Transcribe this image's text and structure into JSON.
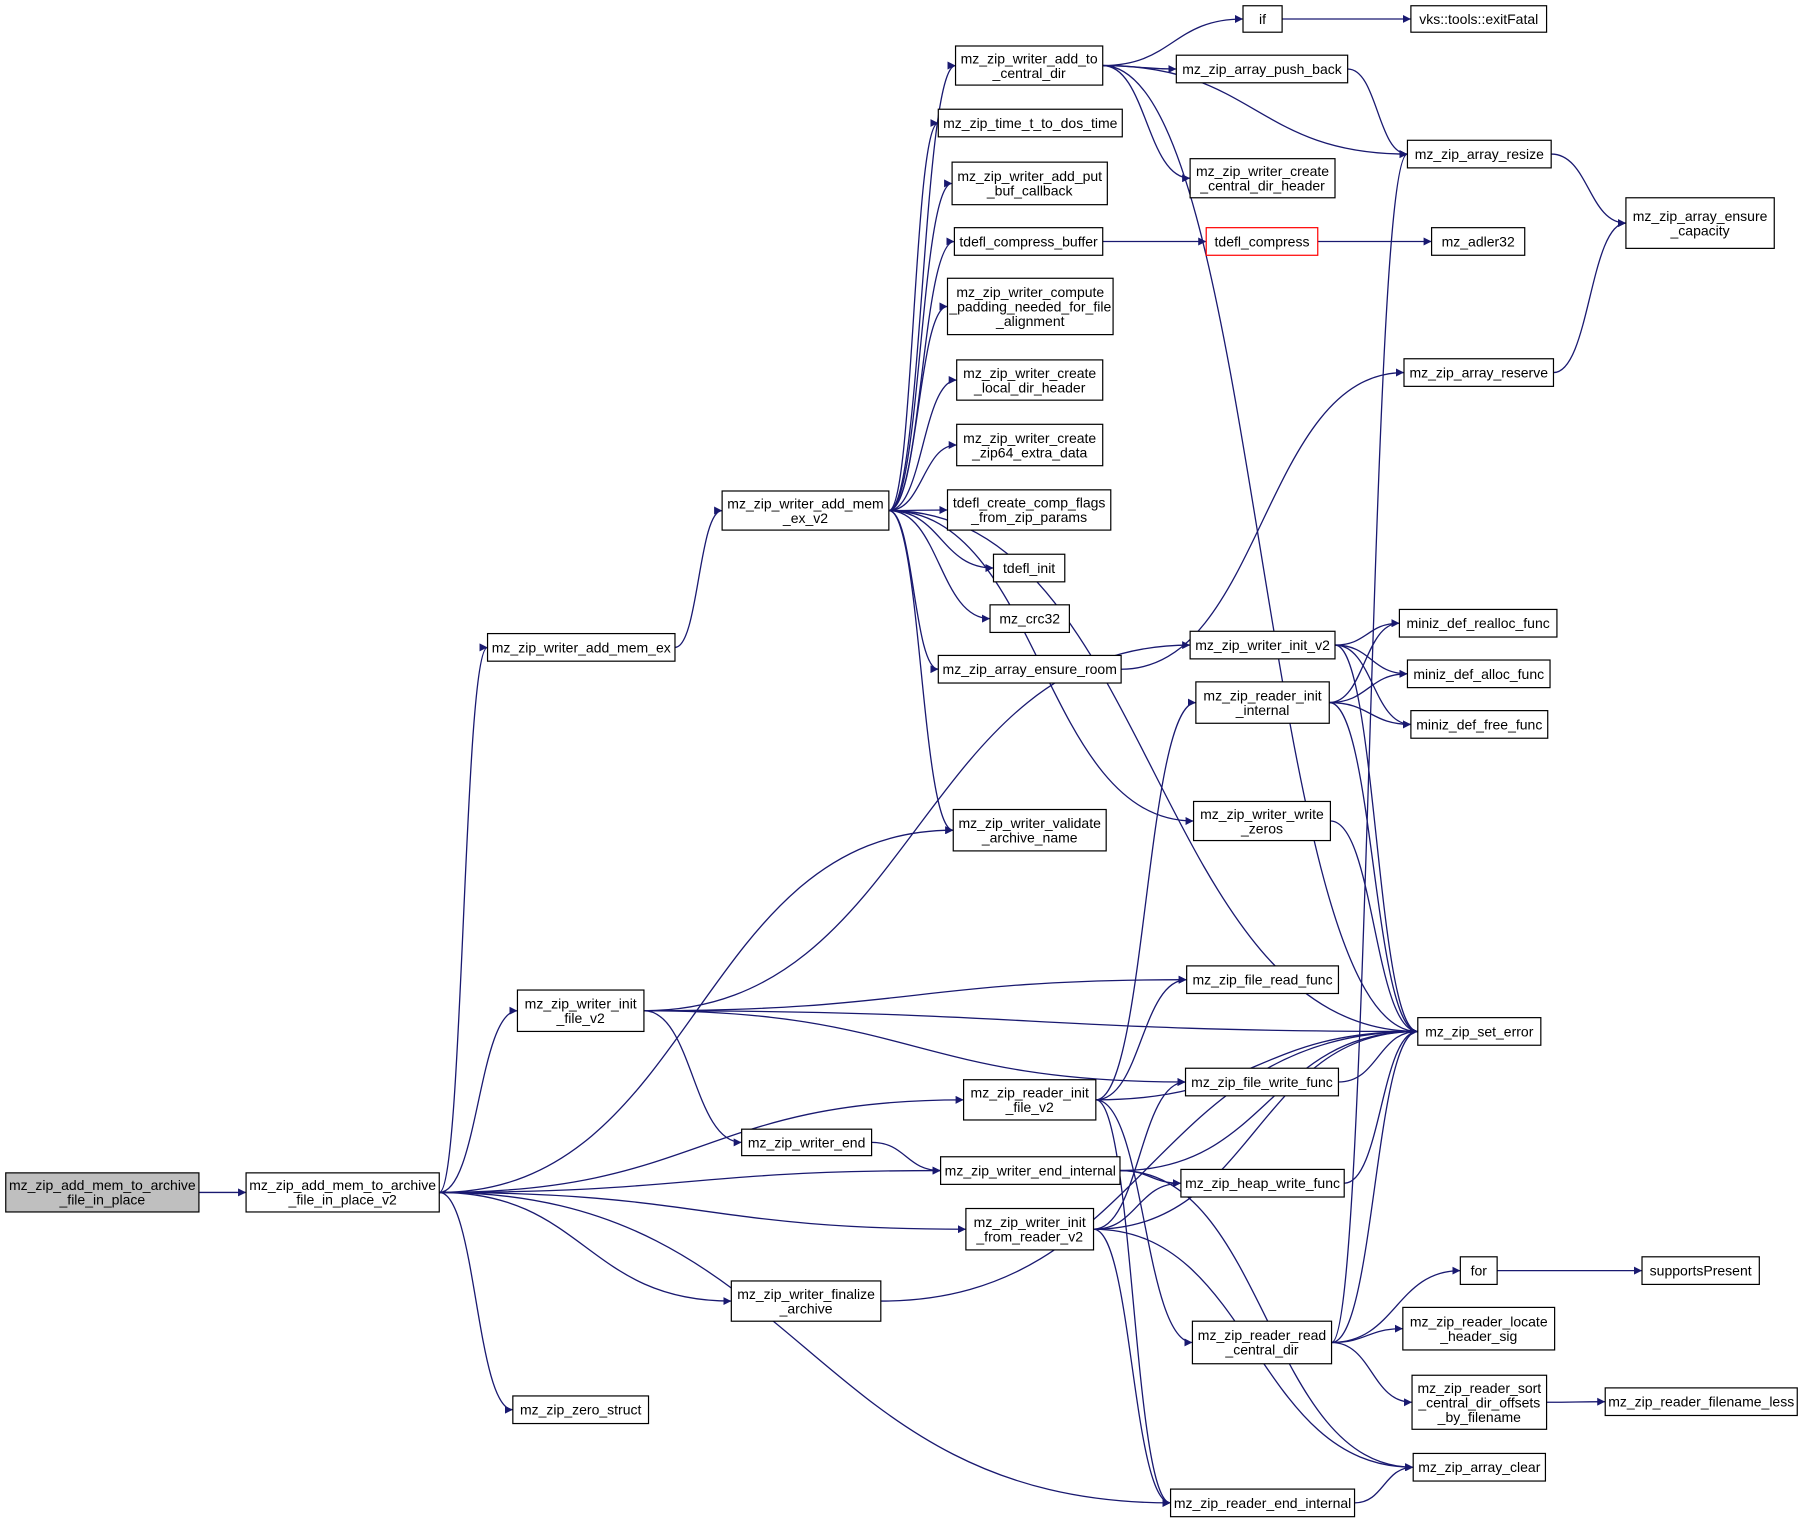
{
  "colors": {
    "edge": "#191970",
    "node_border": "#000000",
    "root_fill": "#bfbfbf",
    "highlight_border": "#ff0000"
  },
  "nodes": {
    "root": [
      "mz_zip_add_mem_to_archive",
      "_file_in_place"
    ],
    "v2": [
      "mz_zip_add_mem_to_archive",
      "_file_in_place_v2"
    ],
    "add_mem_ex": [
      "mz_zip_writer_add_mem_ex"
    ],
    "add_mem_ex_v2": [
      "mz_zip_writer_add_mem",
      "_ex_v2"
    ],
    "add_to_central_dir": [
      "mz_zip_writer_add_to",
      "_central_dir"
    ],
    "if": [
      "if"
    ],
    "exitFatal": [
      "vks::tools::exitFatal"
    ],
    "push_back": [
      "mz_zip_array_push_back"
    ],
    "array_resize": [
      "mz_zip_array_resize"
    ],
    "ensure_capacity": [
      "mz_zip_array_ensure",
      "_capacity"
    ],
    "create_central_dir_header": [
      "mz_zip_writer_create",
      "_central_dir_header"
    ],
    "time_t_to_dos_time": [
      "mz_zip_time_t_to_dos_time"
    ],
    "add_put_buf_callback": [
      "mz_zip_writer_add_put",
      "_buf_callback"
    ],
    "tdefl_compress_buffer": [
      "tdefl_compress_buffer"
    ],
    "tdefl_compress": [
      "tdefl_compress"
    ],
    "mz_adler32": [
      "mz_adler32"
    ],
    "compute_padding": [
      "mz_zip_writer_compute",
      "_padding_needed_for_file",
      "_alignment"
    ],
    "create_local_dir_header": [
      "mz_zip_writer_create",
      "_local_dir_header"
    ],
    "create_zip64_extra": [
      "mz_zip_writer_create",
      "_zip64_extra_data"
    ],
    "tdefl_create_comp_flags": [
      "tdefl_create_comp_flags",
      "_from_zip_params"
    ],
    "array_reserve": [
      "mz_zip_array_reserve"
    ],
    "tdefl_init": [
      "tdefl_init"
    ],
    "mz_crc32": [
      "mz_crc32"
    ],
    "ensure_room": [
      "mz_zip_array_ensure_room"
    ],
    "writer_init_v2": [
      "mz_zip_writer_init_v2"
    ],
    "realloc_func": [
      "miniz_def_realloc_func"
    ],
    "alloc_func": [
      "miniz_def_alloc_func"
    ],
    "reader_init_internal": [
      "mz_zip_reader_init",
      "_internal"
    ],
    "free_func": [
      "miniz_def_free_func"
    ],
    "write_zeros": [
      "mz_zip_writer_write",
      "_zeros"
    ],
    "validate_archive_name": [
      "mz_zip_writer_validate",
      "_archive_name"
    ],
    "writer_init_file_v2": [
      "mz_zip_writer_init",
      "_file_v2"
    ],
    "file_read_func": [
      "mz_zip_file_read_func"
    ],
    "set_error": [
      "mz_zip_set_error"
    ],
    "file_write_func": [
      "mz_zip_file_write_func"
    ],
    "reader_init_file_v2": [
      "mz_zip_reader_init",
      "_file_v2"
    ],
    "writer_end": [
      "mz_zip_writer_end"
    ],
    "writer_end_internal": [
      "mz_zip_writer_end_internal"
    ],
    "heap_write_func": [
      "mz_zip_heap_write_func"
    ],
    "init_from_reader": [
      "mz_zip_writer_init",
      "_from_reader_v2"
    ],
    "for": [
      "for"
    ],
    "supportsPresent": [
      "supportsPresent"
    ],
    "finalize_archive": [
      "mz_zip_writer_finalize",
      "_archive"
    ],
    "read_central_dir": [
      "mz_zip_reader_read",
      "_central_dir"
    ],
    "locate_header_sig": [
      "mz_zip_reader_locate",
      "_header_sig"
    ],
    "sort_offsets": [
      "mz_zip_reader_sort",
      "_central_dir_offsets",
      "_by_filename"
    ],
    "filename_less": [
      "mz_zip_reader_filename_less"
    ],
    "zero_struct": [
      "mz_zip_zero_struct"
    ],
    "array_clear": [
      "mz_zip_array_clear"
    ],
    "reader_end_internal": [
      "mz_zip_reader_end_internal"
    ]
  },
  "edges": [
    [
      "root",
      "v2"
    ],
    [
      "v2",
      "add_mem_ex"
    ],
    [
      "v2",
      "writer_init_file_v2"
    ],
    [
      "v2",
      "validate_archive_name"
    ],
    [
      "v2",
      "reader_init_file_v2"
    ],
    [
      "v2",
      "writer_end_internal"
    ],
    [
      "v2",
      "init_from_reader"
    ],
    [
      "v2",
      "finalize_archive"
    ],
    [
      "v2",
      "zero_struct"
    ],
    [
      "v2",
      "reader_end_internal"
    ],
    [
      "add_mem_ex",
      "add_mem_ex_v2"
    ],
    [
      "add_mem_ex_v2",
      "add_to_central_dir"
    ],
    [
      "add_mem_ex_v2",
      "time_t_to_dos_time"
    ],
    [
      "add_mem_ex_v2",
      "add_put_buf_callback"
    ],
    [
      "add_mem_ex_v2",
      "tdefl_compress_buffer"
    ],
    [
      "add_mem_ex_v2",
      "compute_padding"
    ],
    [
      "add_mem_ex_v2",
      "create_local_dir_header"
    ],
    [
      "add_mem_ex_v2",
      "create_zip64_extra"
    ],
    [
      "add_mem_ex_v2",
      "tdefl_create_comp_flags"
    ],
    [
      "add_mem_ex_v2",
      "tdefl_init"
    ],
    [
      "add_mem_ex_v2",
      "mz_crc32"
    ],
    [
      "add_mem_ex_v2",
      "ensure_room"
    ],
    [
      "add_mem_ex_v2",
      "validate_archive_name"
    ],
    [
      "add_mem_ex_v2",
      "write_zeros"
    ],
    [
      "add_mem_ex_v2",
      "set_error"
    ],
    [
      "add_to_central_dir",
      "if"
    ],
    [
      "add_to_central_dir",
      "push_back"
    ],
    [
      "add_to_central_dir",
      "array_resize"
    ],
    [
      "add_to_central_dir",
      "create_central_dir_header"
    ],
    [
      "add_to_central_dir",
      "set_error"
    ],
    [
      "if",
      "exitFatal"
    ],
    [
      "push_back",
      "array_resize"
    ],
    [
      "array_resize",
      "ensure_capacity"
    ],
    [
      "array_reserve",
      "ensure_capacity"
    ],
    [
      "tdefl_compress_buffer",
      "tdefl_compress"
    ],
    [
      "tdefl_compress",
      "mz_adler32"
    ],
    [
      "ensure_room",
      "array_reserve"
    ],
    [
      "writer_init_v2",
      "realloc_func"
    ],
    [
      "writer_init_v2",
      "alloc_func"
    ],
    [
      "writer_init_v2",
      "free_func"
    ],
    [
      "writer_init_v2",
      "set_error"
    ],
    [
      "reader_init_internal",
      "realloc_func"
    ],
    [
      "reader_init_internal",
      "alloc_func"
    ],
    [
      "reader_init_internal",
      "free_func"
    ],
    [
      "reader_init_internal",
      "set_error"
    ],
    [
      "write_zeros",
      "set_error"
    ],
    [
      "writer_init_file_v2",
      "writer_init_v2"
    ],
    [
      "writer_init_file_v2",
      "set_error"
    ],
    [
      "writer_init_file_v2",
      "file_read_func"
    ],
    [
      "writer_init_file_v2",
      "file_write_func"
    ],
    [
      "writer_init_file_v2",
      "writer_end"
    ],
    [
      "reader_init_file_v2",
      "reader_init_internal"
    ],
    [
      "reader_init_file_v2",
      "file_read_func"
    ],
    [
      "reader_init_file_v2",
      "set_error"
    ],
    [
      "reader_init_file_v2",
      "read_central_dir"
    ],
    [
      "reader_init_file_v2",
      "reader_end_internal"
    ],
    [
      "file_write_func",
      "set_error"
    ],
    [
      "writer_end",
      "writer_end_internal"
    ],
    [
      "writer_end_internal",
      "heap_write_func"
    ],
    [
      "writer_end_internal",
      "set_error"
    ],
    [
      "writer_end_internal",
      "array_clear"
    ],
    [
      "heap_write_func",
      "set_error"
    ],
    [
      "init_from_reader",
      "file_write_func"
    ],
    [
      "init_from_reader",
      "heap_write_func"
    ],
    [
      "init_from_reader",
      "set_error"
    ],
    [
      "init_from_reader",
      "array_clear"
    ],
    [
      "init_from_reader",
      "reader_end_internal"
    ],
    [
      "finalize_archive",
      "set_error"
    ],
    [
      "read_central_dir",
      "for"
    ],
    [
      "read_central_dir",
      "locate_header_sig"
    ],
    [
      "read_central_dir",
      "sort_offsets"
    ],
    [
      "read_central_dir",
      "set_error"
    ],
    [
      "read_central_dir",
      "array_resize"
    ],
    [
      "for",
      "supportsPresent"
    ],
    [
      "sort_offsets",
      "filename_less"
    ],
    [
      "reader_end_internal",
      "array_clear"
    ]
  ]
}
